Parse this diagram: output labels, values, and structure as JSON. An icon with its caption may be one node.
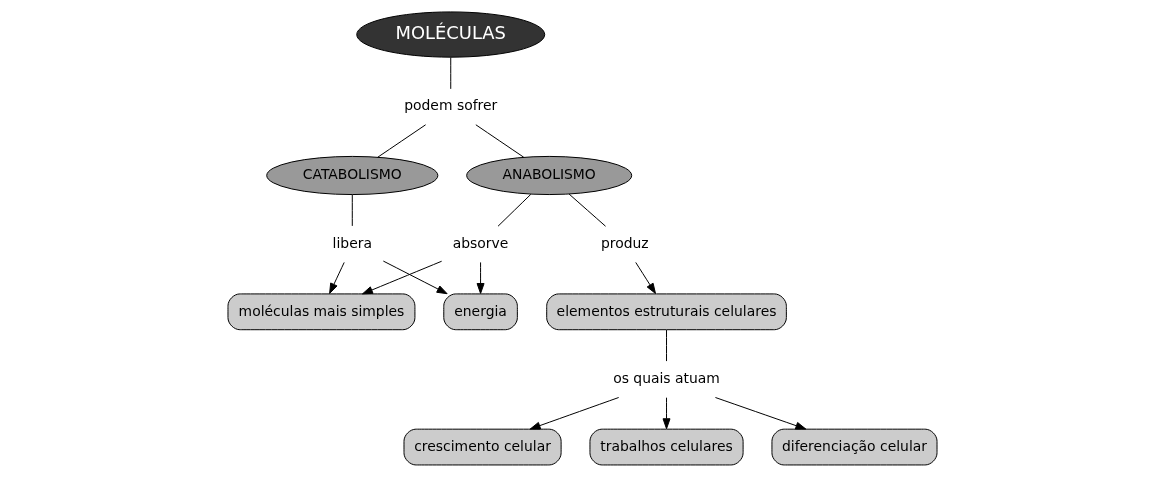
{
  "diagram": {
    "nodes": [
      {
        "text": [
          "MOLÉCULAS"
        ]
      },
      {
        "text": [
          "podem sofrer"
        ]
      },
      {
        "text": [
          "CATABOLISMO"
        ]
      },
      {
        "text": [
          "ANABOLISMO"
        ]
      },
      {
        "text": [
          "libera"
        ]
      },
      {
        "text": [
          "absorve"
        ]
      },
      {
        "text": [
          "produz"
        ]
      },
      {
        "text": [
          "elementos estruturais celulares"
        ]
      },
      {
        "text": [
          "os quais atuam"
        ]
      },
      {
        "text": [
          "moléculas mais simples"
        ]
      },
      {
        "text": [
          "energia"
        ]
      },
      {
        "text": [
          "crescimento celular"
        ]
      },
      {
        "text": [
          "trabalhos celulares"
        ]
      },
      {
        "text": [
          "diferenciação celular"
        ]
      }
    ],
    "edges": [
      {
        "from": 0,
        "to": 1,
        "arrow": "none"
      },
      {
        "from": 1,
        "to": 2,
        "arrow": "none"
      },
      {
        "from": 1,
        "to": 3,
        "arrow": "none"
      },
      {
        "from": 2,
        "to": 4,
        "arrow": "none"
      },
      {
        "from": 4,
        "to": 9,
        "arrow": "to"
      },
      {
        "from": 4,
        "to": 10,
        "arrow": "to"
      },
      {
        "from": 3,
        "to": 5,
        "arrow": "none"
      },
      {
        "from": 5,
        "to": 9,
        "arrow": "to"
      },
      {
        "from": 5,
        "to": 10,
        "arrow": "to"
      },
      {
        "from": 3,
        "to": 6,
        "arrow": "none"
      },
      {
        "from": 6,
        "to": 7,
        "arrow": "to"
      },
      {
        "from": 7,
        "to": 8,
        "arrow": "none"
      },
      {
        "from": 8,
        "to": 11,
        "arrow": "to"
      },
      {
        "from": 8,
        "to": 12,
        "arrow": "to"
      },
      {
        "from": 8,
        "to": 13,
        "arrow": "to"
      }
    ]
  }
}
